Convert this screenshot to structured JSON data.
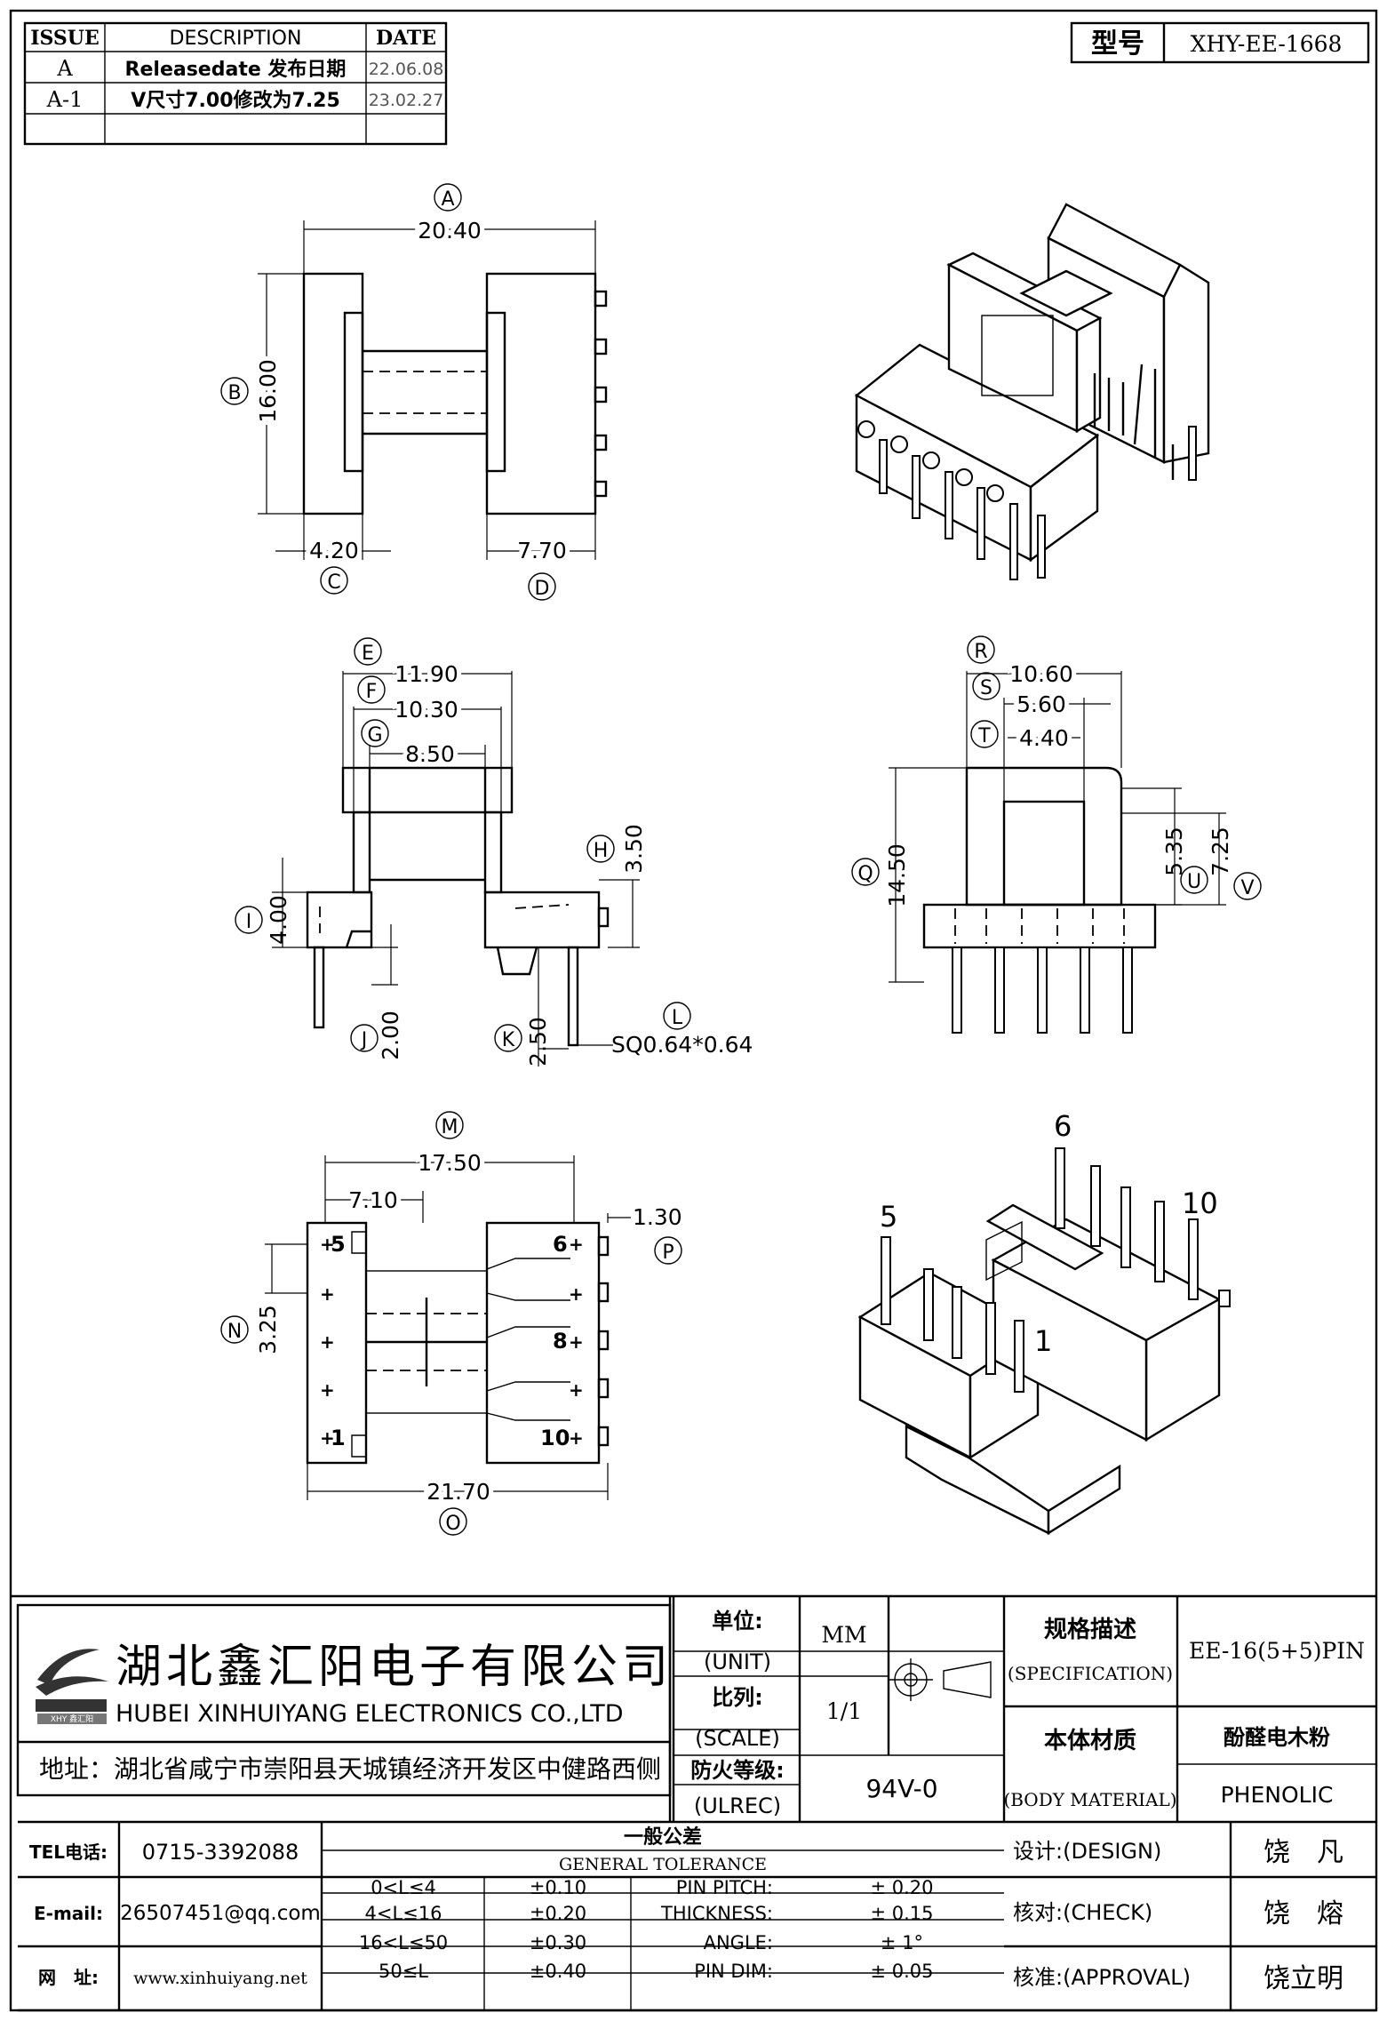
{
  "revision_table": {
    "headers": [
      "ISSUE",
      "DESCRIPTION",
      "DATE"
    ],
    "rows": [
      {
        "issue": "A",
        "description": "Releasedate 发布日期",
        "date": "22.06.08"
      },
      {
        "issue": "A-1",
        "description": "V尺寸7.00修改为7.25",
        "date": "23.02.27"
      }
    ]
  },
  "model": {
    "label": "型号",
    "value": "XHY-EE-1668"
  },
  "dimensions": {
    "A": "20.40",
    "B": "16.00",
    "C": "4.20",
    "D": "7.70",
    "E": "11.90",
    "F": "10.30",
    "G": "8.50",
    "H": "3.50",
    "I": "4.00",
    "J": "2.00",
    "K": "2.50",
    "L": "SQ0.64*0.64",
    "M": "17.50",
    "N": "3.25",
    "O": "21.70",
    "P": "1.30",
    "Q": "14.50",
    "R": "10.60",
    "S": "5.60",
    "T": "4.40",
    "U": "5.35",
    "V": "7.25",
    "second_d": "7.10"
  },
  "pin_labels": {
    "p5": "5",
    "p6": "6",
    "p8": "8",
    "p1": "1",
    "p10": "10"
  },
  "iso_pin_labels": {
    "p6": "6",
    "p10": "10",
    "p5": "5",
    "p1": "1"
  },
  "company": {
    "name_cn": "湖北鑫汇阳电子有限公司",
    "name_en": "HUBEI XINHUIYANG ELECTRONICS CO.,LTD",
    "address": "地址：湖北省咸宁市崇阳县天城镇经济开发区中健路西侧",
    "logo_text": "XHY 鑫汇阳"
  },
  "spec": {
    "unit_cn": "单位:",
    "unit_en": "(UNIT)",
    "unit_value": "MM",
    "scale_cn": "比列:",
    "scale_en": "(SCALE)",
    "scale_value": "1/1",
    "flame_cn": "防火等级:",
    "flame_en": "(ULREC)",
    "flame_value": "94V-0",
    "spec_cn": "规格描述",
    "spec_en": "(SPECIFICATION)",
    "spec_value": "EE-16(5+5)PIN",
    "material_cn": "本体材质",
    "material_en": "(BODY MATERIAL)",
    "material_value_cn": "酚醛电木粉",
    "material_value_en": "PHENOLIC"
  },
  "contact": {
    "tel_label": "TEL电话:",
    "tel": "0715-3392088",
    "email_label": "E-mail:",
    "email": "26507451@qq.com",
    "web_label": "网　址:",
    "web": "www.xinhuiyang.net"
  },
  "tolerance": {
    "title_cn": "一般公差",
    "title_en": "GENERAL TOLERANCE",
    "rows": [
      {
        "range": "0<L≤4",
        "tol": "±0.10",
        "label": "PIN PITCH:",
        "value": "±  0.20"
      },
      {
        "range": "4<L≤16",
        "tol": "±0.20",
        "label": "THICKNESS:",
        "value": "±  0.15"
      },
      {
        "range": "16<L≤50",
        "tol": "±0.30",
        "label": "ANGLE:",
        "value": "±  1°"
      },
      {
        "range": "50≤L",
        "tol": "±0.40",
        "label": "PIN DIM:",
        "value": "±  0.05"
      }
    ]
  },
  "approvals": {
    "design_label": "设计:(DESIGN)",
    "design_name": "饶　凡",
    "check_label": "核对:(CHECK)",
    "check_name": "饶　熔",
    "approval_label": "核准:(APPROVAL)",
    "approval_name": "饶立明"
  }
}
